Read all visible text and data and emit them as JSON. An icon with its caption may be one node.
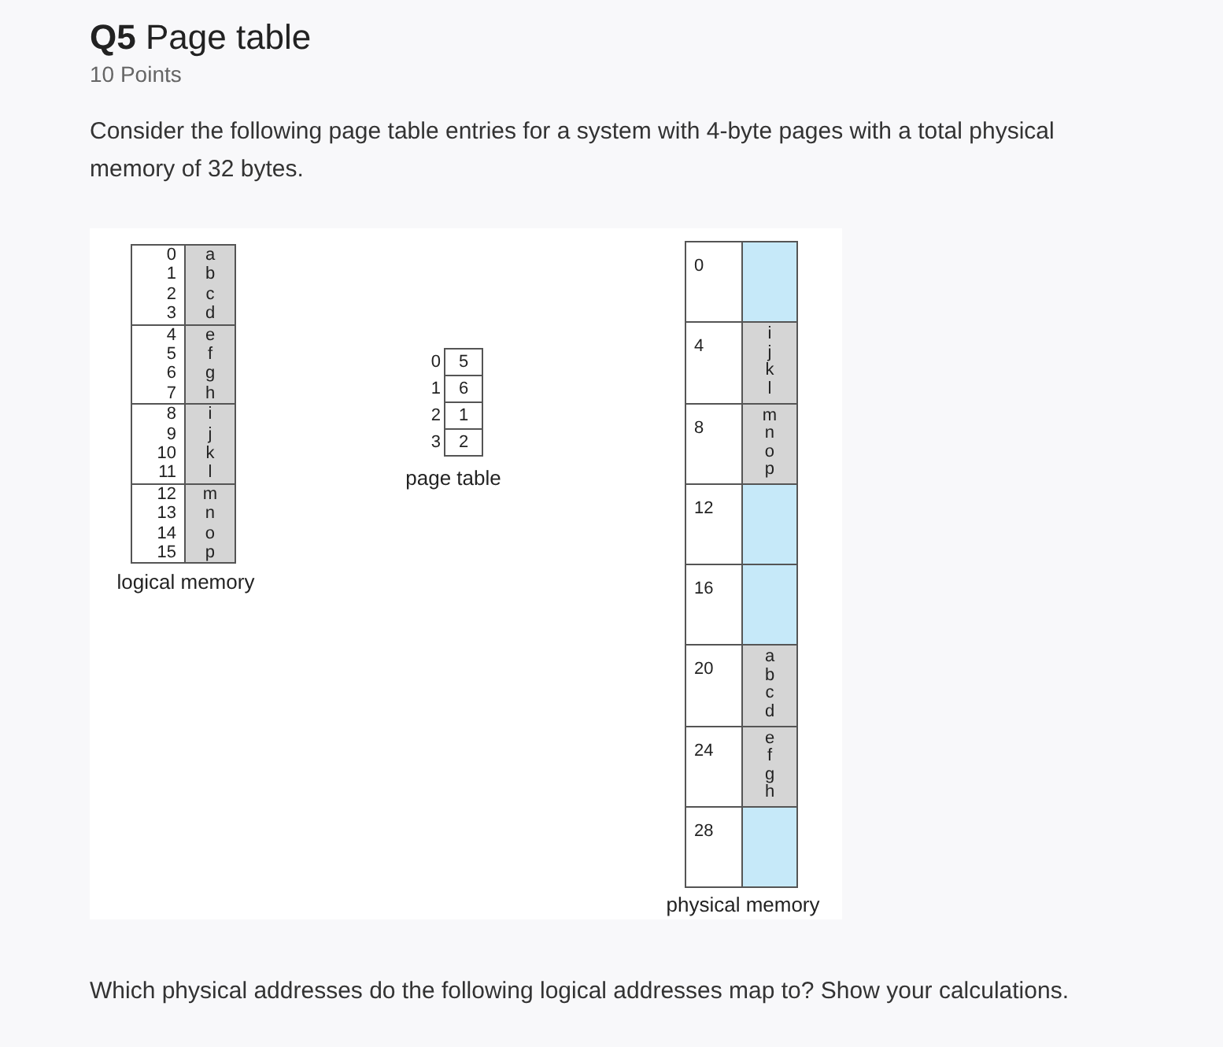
{
  "diagram": {
    "title": "**Q5** Page table",
    "nodes": [
      {
        "text": [
          "logical memory"
        ]
      },
      {
        "text": [
          "0 1 2 3",
          "a b c d"
        ],
        "in": 0
      },
      {
        "text": [
          "4 5 6 7",
          "e f g h"
        ],
        "in": 0
      },
      {
        "text": [
          "8 9 10 11",
          "i j k l"
        ],
        "in": 0
      },
      {
        "text": [
          "12 13 14 15",
          "m n o p"
        ],
        "in": 0
      },
      {
        "text": [
          "page table"
        ]
      },
      {
        "text": [
          "5"
        ],
        "beside": [
          "0"
        ],
        "in": 5
      },
      {
        "text": [
          "6"
        ],
        "beside": [
          "1"
        ],
        "in": 5
      },
      {
        "text": [
          "1"
        ],
        "beside": [
          "2"
        ],
        "in": 5
      },
      {
        "text": [
          "2"
        ],
        "beside": [
          "3"
        ],
        "in": 5
      },
      {
        "text": [
          "physical memory"
        ]
      },
      {
        "text": [
          "0"
        ],
        "in": 10
      },
      {
        "text": [
          "4",
          "i j k l"
        ],
        "in": 10
      },
      {
        "text": [
          "8",
          "m n o p"
        ],
        "in": 10
      },
      {
        "text": [
          "12"
        ],
        "in": 10
      },
      {
        "text": [
          "16"
        ],
        "in": 10
      },
      {
        "text": [
          "20",
          "a b c d"
        ],
        "in": 10
      },
      {
        "text": [
          "24",
          "e f g h"
        ],
        "in": 10
      },
      {
        "text": [
          "28"
        ],
        "in": 10
      }
    ],
    "labels": [
      "10 Points",
      "Consider the following page table entries for a system with 4-byte pages with a total physical memory of 32 bytes.",
      "Which physical addresses do the following logical addresses map to? Show your calculations."
    ]
  }
}
